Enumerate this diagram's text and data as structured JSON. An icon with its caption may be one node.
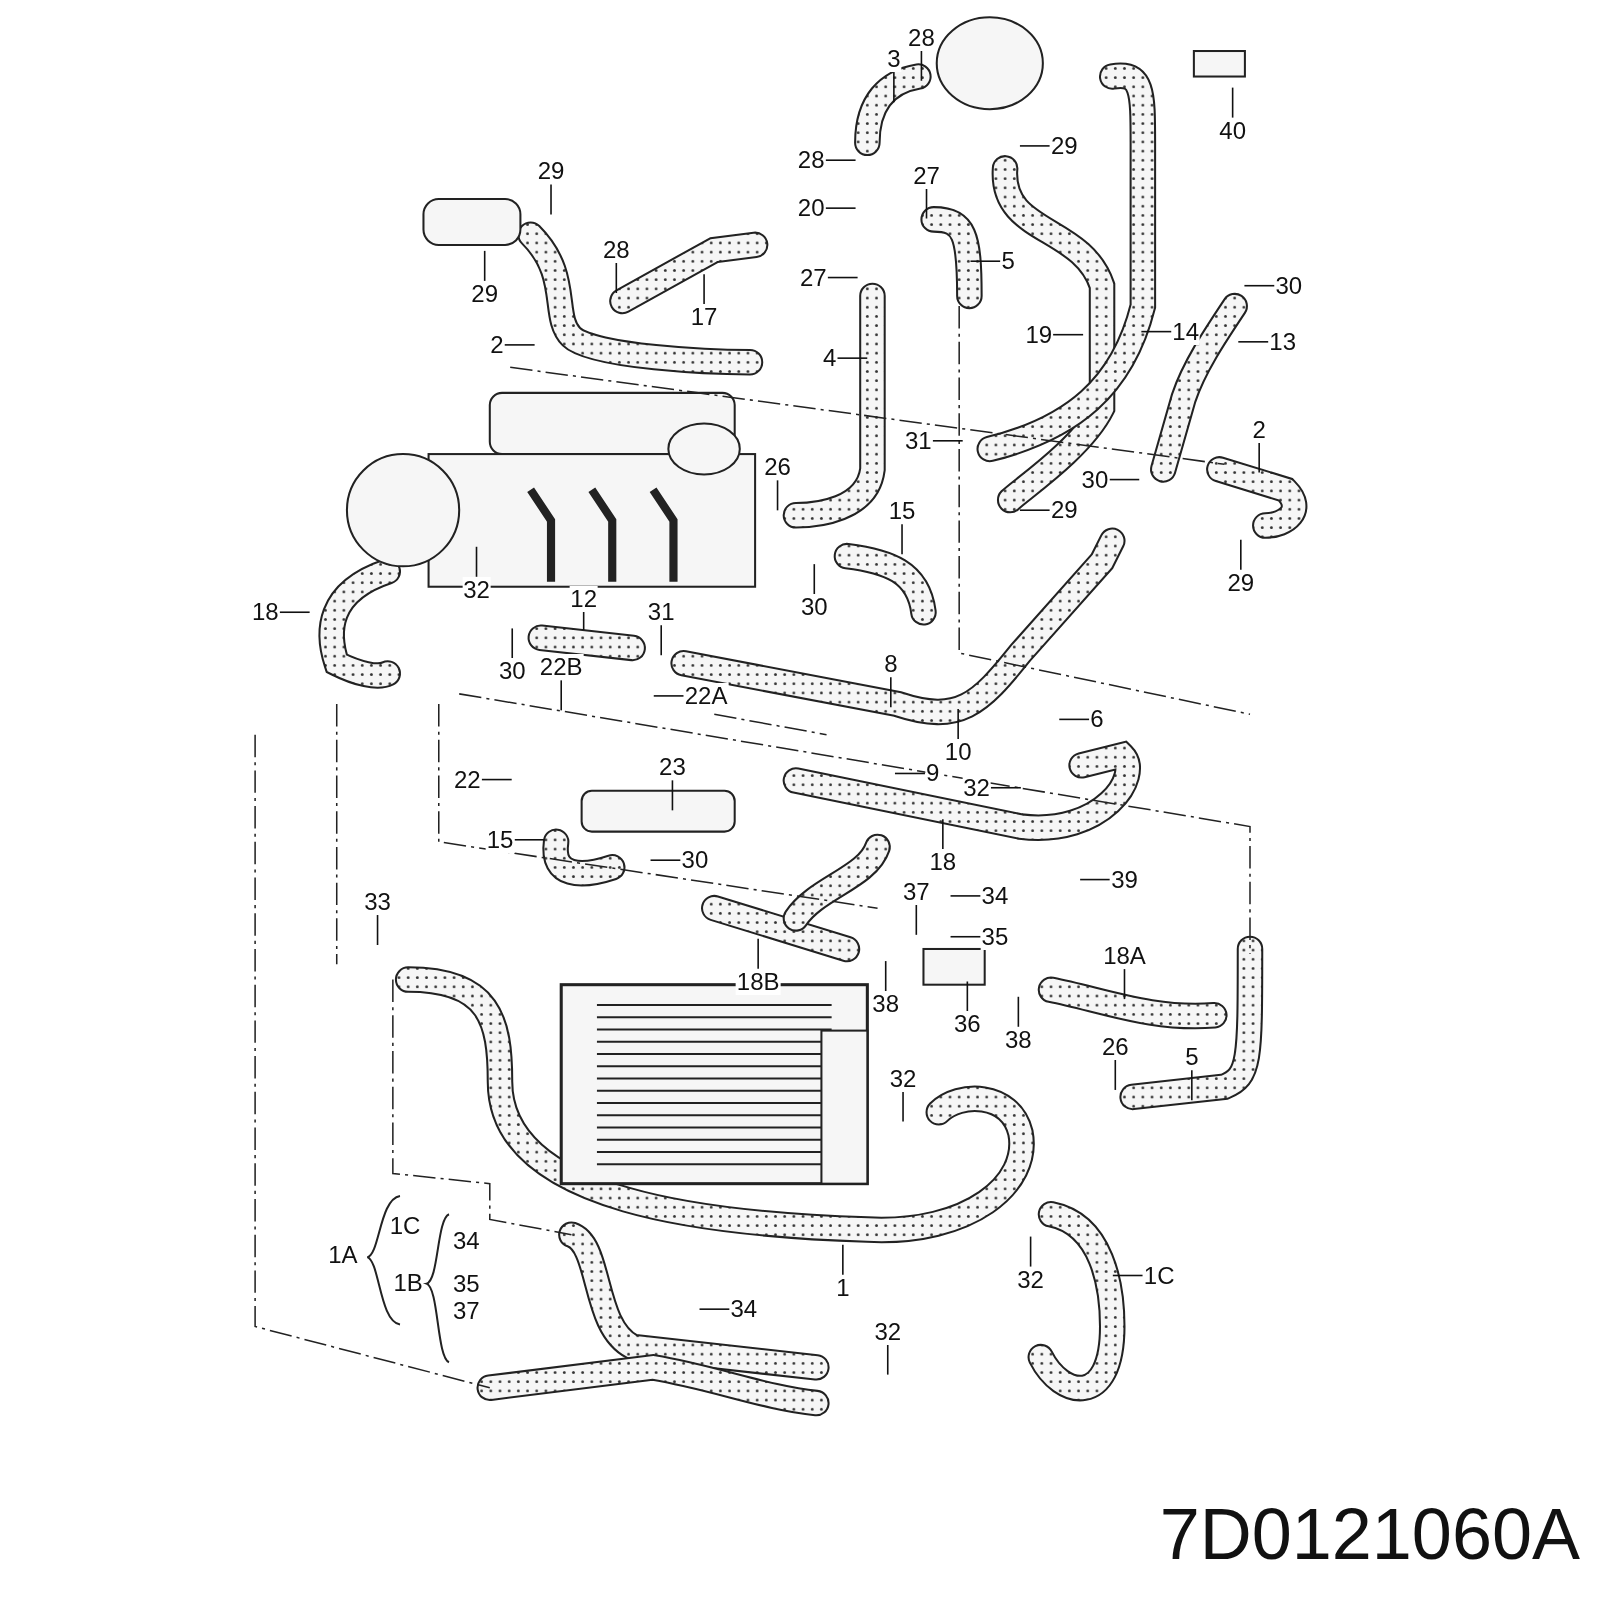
{
  "diagram": {
    "nodes": [
      {
        "text": [
          "3"
        ]
      },
      {
        "text": [
          "28"
        ]
      },
      {
        "text": [
          "40"
        ]
      },
      {
        "text": [
          "28"
        ]
      },
      {
        "text": [
          "29"
        ]
      },
      {
        "text": [
          "29"
        ]
      },
      {
        "text": [
          "27"
        ]
      },
      {
        "text": [
          "20"
        ]
      },
      {
        "text": [
          "28"
        ]
      },
      {
        "text": [
          "5"
        ]
      },
      {
        "text": [
          "27"
        ]
      },
      {
        "text": [
          "30"
        ]
      },
      {
        "text": [
          "29"
        ]
      },
      {
        "text": [
          "17"
        ]
      },
      {
        "text": [
          "19"
        ]
      },
      {
        "text": [
          "14"
        ]
      },
      {
        "text": [
          "13"
        ]
      },
      {
        "text": [
          "2"
        ]
      },
      {
        "text": [
          "4"
        ]
      },
      {
        "text": [
          "31"
        ]
      },
      {
        "text": [
          "2"
        ]
      },
      {
        "text": [
          "26"
        ]
      },
      {
        "text": [
          "30"
        ]
      },
      {
        "text": [
          "29"
        ]
      },
      {
        "text": [
          "15"
        ]
      },
      {
        "text": [
          "32"
        ]
      },
      {
        "text": [
          "29"
        ]
      },
      {
        "text": [
          "18"
        ]
      },
      {
        "text": [
          "12"
        ]
      },
      {
        "text": [
          "31"
        ]
      },
      {
        "text": [
          "30"
        ]
      },
      {
        "text": [
          "30"
        ]
      },
      {
        "text": [
          "22B"
        ]
      },
      {
        "text": [
          "22A"
        ]
      },
      {
        "text": [
          "8"
        ]
      },
      {
        "text": [
          "6"
        ]
      },
      {
        "text": [
          "10"
        ]
      },
      {
        "text": [
          "22"
        ]
      },
      {
        "text": [
          "23"
        ]
      },
      {
        "text": [
          "9"
        ]
      },
      {
        "text": [
          "32"
        ]
      },
      {
        "text": [
          "15"
        ]
      },
      {
        "text": [
          "30"
        ]
      },
      {
        "text": [
          "18"
        ]
      },
      {
        "text": [
          "39"
        ]
      },
      {
        "text": [
          "33"
        ]
      },
      {
        "text": [
          "37"
        ]
      },
      {
        "text": [
          "34"
        ]
      },
      {
        "text": [
          "35"
        ]
      },
      {
        "text": [
          "18B"
        ]
      },
      {
        "text": [
          "18A"
        ]
      },
      {
        "text": [
          "38"
        ]
      },
      {
        "text": [
          "36"
        ]
      },
      {
        "text": [
          "38"
        ]
      },
      {
        "text": [
          "26"
        ]
      },
      {
        "text": [
          "5"
        ]
      },
      {
        "text": [
          "32"
        ]
      },
      {
        "text": [
          "1"
        ]
      },
      {
        "text": [
          "1C"
        ]
      },
      {
        "text": [
          "32"
        ]
      },
      {
        "text": [
          "32"
        ]
      },
      {
        "text": [
          "34"
        ]
      }
    ],
    "edges": [
      {
        "from": 0,
        "to": null,
        "arrow": "none"
      },
      {
        "from": 1,
        "to": null,
        "arrow": "none"
      },
      {
        "from": 2,
        "to": null,
        "arrow": "none"
      },
      {
        "from": 3,
        "to": null,
        "arrow": "none"
      },
      {
        "from": 4,
        "to": null,
        "arrow": "none"
      },
      {
        "from": 5,
        "to": null,
        "arrow": "none"
      },
      {
        "from": 6,
        "to": null,
        "arrow": "none"
      },
      {
        "from": 7,
        "to": null,
        "arrow": "none"
      },
      {
        "from": 8,
        "to": null,
        "arrow": "none"
      },
      {
        "from": 9,
        "to": null,
        "arrow": "none"
      },
      {
        "from": 10,
        "to": null,
        "arrow": "none"
      },
      {
        "from": 11,
        "to": null,
        "arrow": "none"
      },
      {
        "from": 12,
        "to": null,
        "arrow": "none"
      },
      {
        "from": 13,
        "to": null,
        "arrow": "none"
      },
      {
        "from": 14,
        "to": null,
        "arrow": "none"
      },
      {
        "from": 15,
        "to": null,
        "arrow": "none"
      },
      {
        "from": 16,
        "to": null,
        "arrow": "none"
      },
      {
        "from": 17,
        "to": null,
        "arrow": "none"
      },
      {
        "from": 18,
        "to": null,
        "arrow": "none"
      },
      {
        "from": 19,
        "to": null,
        "arrow": "none"
      },
      {
        "from": 20,
        "to": null,
        "arrow": "none"
      },
      {
        "from": 21,
        "to": null,
        "arrow": "none"
      },
      {
        "from": 22,
        "to": null,
        "arrow": "none"
      },
      {
        "from": 23,
        "to": null,
        "arrow": "none"
      },
      {
        "from": 24,
        "to": null,
        "arrow": "none"
      },
      {
        "from": 25,
        "to": null,
        "arrow": "none"
      },
      {
        "from": 26,
        "to": null,
        "arrow": "none"
      },
      {
        "from": 27,
        "to": null,
        "arrow": "none"
      },
      {
        "from": 28,
        "to": null,
        "arrow": "none"
      },
      {
        "from": 29,
        "to": null,
        "arrow": "none"
      },
      {
        "from": 30,
        "to": null,
        "arrow": "none"
      },
      {
        "from": 31,
        "to": null,
        "arrow": "none"
      },
      {
        "from": 32,
        "to": null,
        "arrow": "none"
      },
      {
        "from": 33,
        "to": null,
        "arrow": "none"
      },
      {
        "from": 34,
        "to": null,
        "arrow": "none"
      },
      {
        "from": 35,
        "to": null,
        "arrow": "none"
      },
      {
        "from": 36,
        "to": null,
        "arrow": "none"
      },
      {
        "from": 37,
        "to": null,
        "arrow": "none"
      },
      {
        "from": 38,
        "to": null,
        "arrow": "none"
      },
      {
        "from": 39,
        "to": null,
        "arrow": "none"
      },
      {
        "from": 40,
        "to": null,
        "arrow": "none"
      },
      {
        "from": 41,
        "to": null,
        "arrow": "none"
      },
      {
        "from": 42,
        "to": null,
        "arrow": "none"
      },
      {
        "from": 43,
        "to": null,
        "arrow": "none"
      },
      {
        "from": 44,
        "to": null,
        "arrow": "none"
      },
      {
        "from": 45,
        "to": null,
        "arrow": "none"
      },
      {
        "from": 46,
        "to": null,
        "arrow": "none"
      },
      {
        "from": 47,
        "to": null,
        "arrow": "none"
      },
      {
        "from": 48,
        "to": null,
        "arrow": "none"
      },
      {
        "from": 49,
        "to": null,
        "arrow": "none"
      },
      {
        "from": 50,
        "to": null,
        "arrow": "none"
      },
      {
        "from": 51,
        "to": null,
        "arrow": "none"
      },
      {
        "from": 52,
        "to": null,
        "arrow": "none"
      },
      {
        "from": 53,
        "to": null,
        "arrow": "none"
      },
      {
        "from": 54,
        "to": null,
        "arrow": "none"
      },
      {
        "from": 55,
        "to": null,
        "arrow": "none"
      },
      {
        "from": 56,
        "to": null,
        "arrow": "none"
      },
      {
        "from": 57,
        "to": null,
        "arrow": "none"
      },
      {
        "from": 58,
        "to": null,
        "arrow": "none"
      },
      {
        "from": 59,
        "to": null,
        "arrow": "none"
      },
      {
        "from": 60,
        "to": null,
        "arrow": "none"
      },
      {
        "from": 61,
        "to": null,
        "arrow": "none"
      }
    ],
    "labels": [
      "1C",
      "1A",
      "34",
      "1B",
      "35",
      "37",
      "7D0121060A"
    ]
  }
}
